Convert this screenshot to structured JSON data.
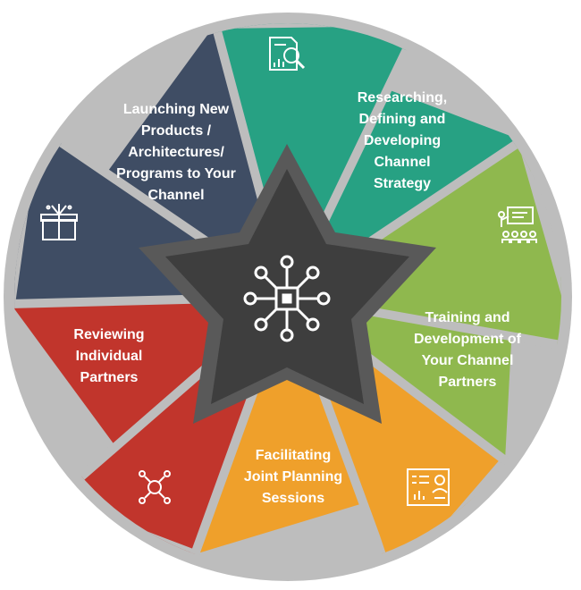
{
  "segments": [
    {
      "id": "research",
      "label": "Researching,\nDefining and\nDeveloping\nChannel\nStrategy",
      "color": "#27A183",
      "icon": "research-report-icon"
    },
    {
      "id": "training",
      "label": "Training and\nDevelopment of\nYour Channel\nPartners",
      "color": "#8FB84E",
      "icon": "presentation-board-icon"
    },
    {
      "id": "planning",
      "label": "Facilitating\nJoint Planning\nSessions",
      "color": "#EFA02B",
      "icon": "planning-chart-icon"
    },
    {
      "id": "reviewing",
      "label": "Reviewing\nIndividual\nPartners",
      "color": "#C1352C",
      "icon": "partner-network-icon"
    },
    {
      "id": "launching",
      "label": "Launching New\nProducts /\nArchitectures/\nPrograms to Your\nChannel",
      "color": "#3F4D64",
      "icon": "gift-box-icon"
    }
  ],
  "colors": {
    "ring_border": "#BDBDBD",
    "star_outer": "#595959",
    "star_inner": "#3E3E3E",
    "hub_icon": "#ffffff"
  },
  "center_icon": "network-hub-icon"
}
